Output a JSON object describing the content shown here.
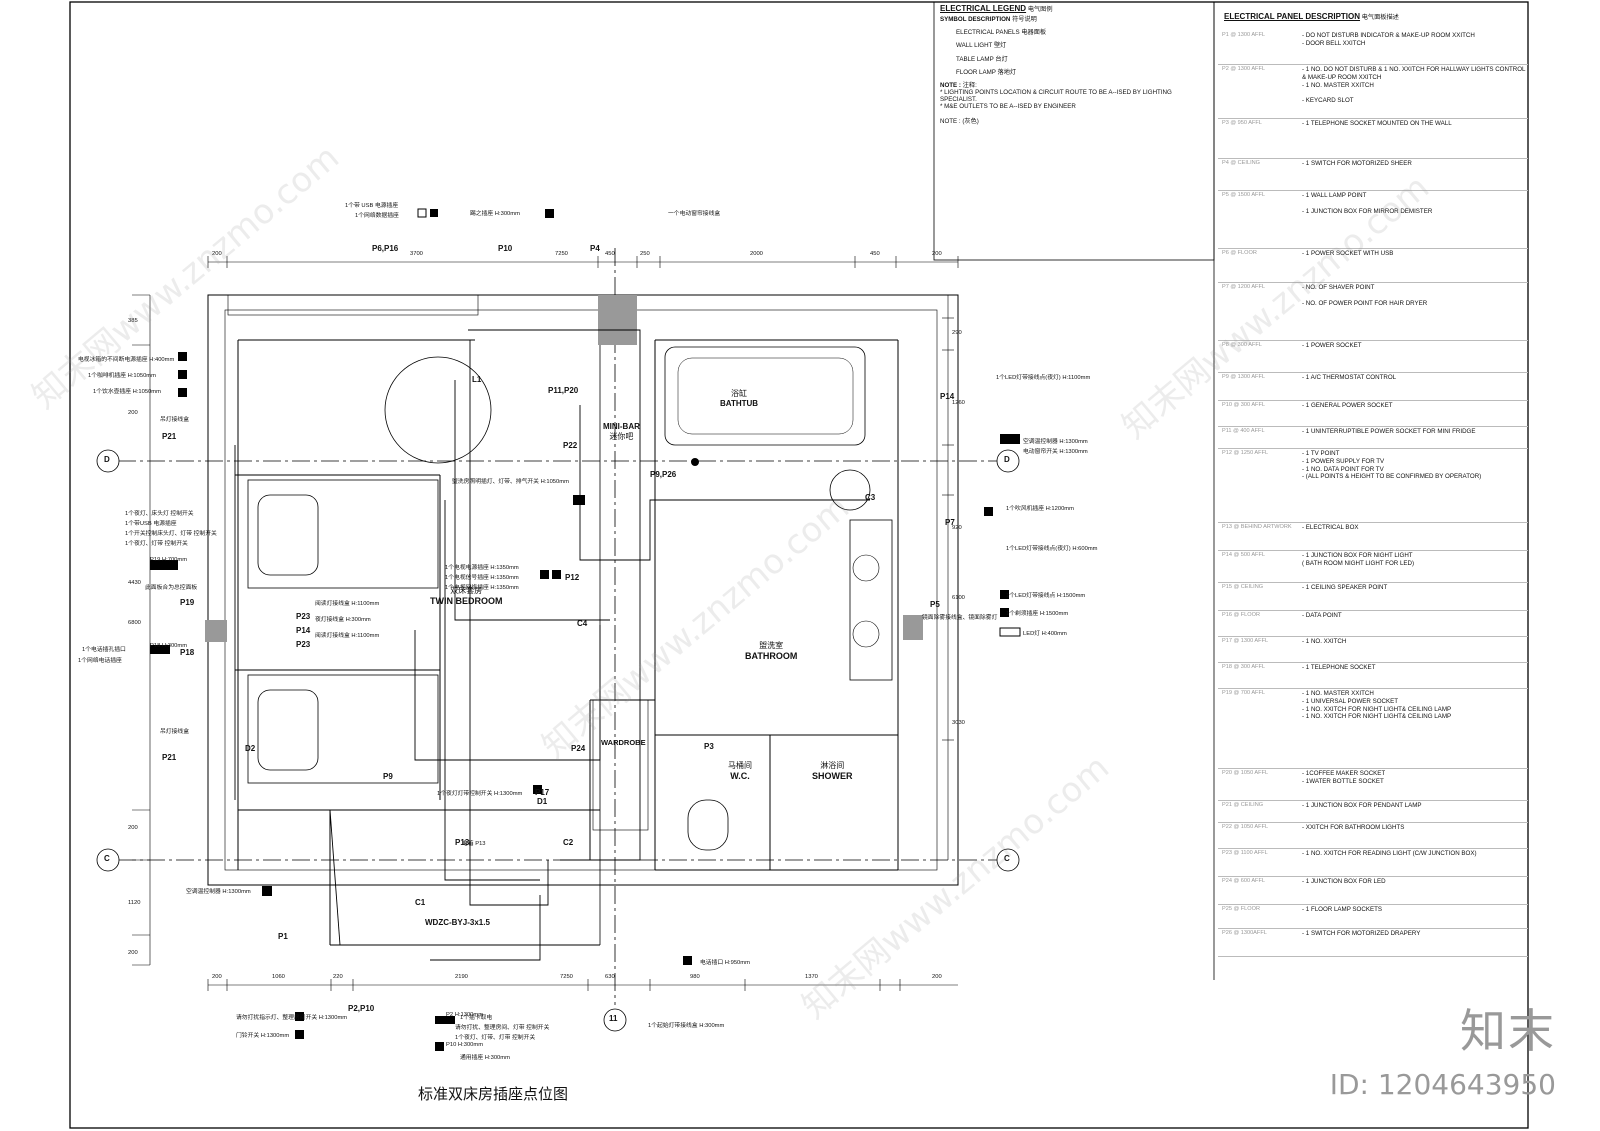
{
  "legend": {
    "title": "ELECTRICAL LEGEND",
    "title_cn": "电气图例",
    "symbol_heading": "SYMBOL DESCRIPTION",
    "symbol_heading_cn": "符号说明",
    "symbols": [
      {
        "label": "ELECTRICAL PANELS",
        "cn": "电器面板"
      },
      {
        "label": "WALL LIGHT",
        "cn": "壁灯"
      },
      {
        "label": "TABLE LAMP",
        "cn": "台灯"
      },
      {
        "label": "FLOOR LAMP",
        "cn": "落地灯"
      }
    ],
    "note_heading": "NOTE :",
    "note_heading_cn": "注释:",
    "notes": [
      "* LIGHTING POINTS LOCATION & CIRCUIT ROUTE TO BE A--ISED BY LIGHTING SPECIALIST.",
      "* M&E OUTLETS TO BE A--ISED BY ENGINEER"
    ],
    "note2_heading": "NOTE : (灰色)"
  },
  "panel": {
    "title": "ELECTRICAL PANEL DESCRIPTION",
    "title_cn": "电气面板描述",
    "rows": [
      {
        "code": "P1 @ 1300 AFFL",
        "desc": "- DO NOT DISTURB INDICATOR & MAKE-UP ROOM XXITCH\n- DOOR BELL XXITCH"
      },
      {
        "code": "P2 @ 1300 AFFL",
        "desc": "- 1 NO. DO NOT DISTURB & 1 NO. XXITCH FOR HALLWAY LIGHTS CONTROL & MAKE-UP ROOM XXITCH\n- 1 NO. MASTER XXITCH\n\n- KEYCARD SLOT"
      },
      {
        "code": "P3 @ 950 AFFL",
        "desc": "- 1 TELEPHONE SOCKET MOUNTED ON THE WALL"
      },
      {
        "code": "P4 @ CEILING",
        "desc": "- 1 SWITCH FOR MOTORIZED SHEER"
      },
      {
        "code": "P5 @ 1500 AFFL",
        "desc": "- 1 WALL LAMP POINT\n\n- 1 JUNCTION BOX FOR MIRROR DEMISTER"
      },
      {
        "code": "P6 @ FLOOR",
        "desc": "- 1 POWER SOCKET WITH USB"
      },
      {
        "code": "P7 @ 1200 AFFL",
        "desc": "- NO. OF SHAVER POINT\n\n- NO. OF POWER POINT FOR HAIR DRYER"
      },
      {
        "code": "P8 @ 300 AFFL",
        "desc": "- 1 POWER SOCKET"
      },
      {
        "code": "P9 @ 1300 AFFL",
        "desc": "- 1 A/C THERMOSTAT CONTROL"
      },
      {
        "code": "P10 @ 300 AFFL",
        "desc": "- 1 GENERAL POWER SOCKET"
      },
      {
        "code": "P11 @ 400 AFFL",
        "desc": "- 1 UNINTERRUPTIBLE POWER SOCKET FOR MINI FRIDGE"
      },
      {
        "code": "P12 @ 1250 AFFL",
        "desc": "- 1 TV POINT\n- 1 POWER SUPPLY FOR TV\n- 1 NO. DATA POINT FOR TV\n- (ALL POINTS & HEIGHT TO BE CONFIRMED BY OPERATOR)"
      },
      {
        "code": "P13 @ BEHIND ARTWORK",
        "desc": "- ELECTRICAL BOX"
      },
      {
        "code": "P14 @ 500 AFFL",
        "desc": "- 1 JUNCTION BOX FOR NIGHT LIGHT\n( BATH ROOM NIGHT LIGHT FOR LED)"
      },
      {
        "code": "P15 @ CEILING",
        "desc": "- 1 CEILING SPEAKER POINT"
      },
      {
        "code": "P16 @ FLOOR",
        "desc": "- DATA POINT"
      },
      {
        "code": "P17 @ 1300 AFFL",
        "desc": "- 1 NO. XXITCH"
      },
      {
        "code": "P18 @ 300 AFFL",
        "desc": "- 1 TELEPHONE SOCKET"
      },
      {
        "code": "P19 @ 700 AFFL",
        "desc": "- 1 NO. MASTER XXITCH\n- 1 UNIVERSAL POWER SOCKET\n- 1 NO. XXITCH FOR NIGHT LIGHT& CEILING LAMP\n- 1 NO. XXITCH FOR NIGHT LIGHT& CEILING LAMP"
      },
      {
        "code": "P20 @ 1050 AFFL",
        "desc": "- 1COFFEE MAKER SOCKET\n- 1WATER BOTTLE SOCKET"
      },
      {
        "code": "P21 @ CEILING",
        "desc": "- 1 JUNCTION BOX FOR PENDANT LAMP"
      },
      {
        "code": "P22 @ 1050 AFFL",
        "desc": "- XXITCH FOR BATHROOM LIGHTS"
      },
      {
        "code": "P23 @ 1100 AFFL",
        "desc": "- 1 NO. XXITCH FOR READING LIGHT (C/W JUNCTION BOX)"
      },
      {
        "code": "P24 @ 600 AFFL",
        "desc": "- 1 JUNCTION BOX FOR LED"
      },
      {
        "code": "P25 @ FLOOR",
        "desc": "- 1 FLOOR LAMP SOCKETS"
      },
      {
        "code": "P26 @ 1300AFFL",
        "desc": "- 1 SWITCH FOR MOTORIZED DRAPERY"
      }
    ]
  },
  "plan": {
    "title": "标准双床房插座点位图",
    "rooms": {
      "twin_bedroom_cn": "双床套房",
      "twin_bedroom": "TWIN BEDROOM",
      "bathroom_cn": "盥洗室",
      "bathroom": "BATHROOM",
      "bathtub_cn": "浴缸",
      "bathtub": "BATHTUB",
      "minibar": "MINI-BAR",
      "minibar_cn": "迷你吧",
      "wardrobe": "WARDROBE",
      "wc_cn": "马桶间",
      "wc": "W.C.",
      "shower_cn": "淋浴间",
      "shower": "SHOWER"
    },
    "dims_top": [
      "200",
      "3700",
      "7250",
      "450",
      "250",
      "2000",
      "450",
      "200"
    ],
    "dims_bottom": [
      "200",
      "1060",
      "220",
      "2190",
      "7250",
      "630",
      "980",
      "1370",
      "200"
    ],
    "dims_left": [
      "385",
      "200",
      "4430",
      "6800",
      "200",
      "1120",
      "200"
    ],
    "dims_right": [
      "290",
      "1260",
      "920",
      "6100",
      "3030"
    ],
    "grid_labels": [
      "D",
      "C",
      "11"
    ],
    "circuit": "WDZC-BYJ-3x1.5",
    "tags": [
      "P6,P16",
      "P10",
      "P4",
      "P11,P20",
      "P22",
      "P9,P26",
      "P14",
      "P7",
      "P5",
      "P21",
      "P19",
      "P18",
      "P23",
      "P14",
      "P23",
      "P21",
      "P12",
      "P24",
      "P3",
      "P17",
      "D1",
      "P13",
      "P1",
      "P2,P10",
      "C1",
      "C2",
      "C3",
      "C4",
      "L1",
      "D2",
      "P9",
      "MINI-BAR"
    ],
    "notes_top": [
      {
        "text": "1个带 USB 电源插座",
        "sub": "1个网络数据插座"
      },
      {
        "text": "踢之插座 H:300mm"
      },
      {
        "text": "一个电动窗帘接线盒"
      }
    ],
    "notes_left": [
      "电视冰箱的不间断电源插座 H:400mm",
      "1个咖啡机插座 H:1050mm",
      "1个饮水壶插座 H:1050mm",
      "吊灯接线盒",
      "1个夜灯、床头灯 控制开关",
      "1个带USB 电源插座",
      "1个开关控制床头灯、灯带 控制开关",
      "1个夜灯、灯带 控制开关",
      "P19 H:700mm",
      "此面板合为总控面板",
      "P18 H:300mm",
      "1个电话插孔插口",
      "1个网络电话插座",
      "吊灯接线盒",
      "空调温控制器 H:1300mm"
    ],
    "notes_mid": [
      "阅读灯接线盒 H:1100mm",
      "夜灯接线盒 H:300mm",
      "阅读灯接线盒 H:1100mm",
      "1个电视电源插座 H:1350mm",
      "1个电视信号插座 H:1350mm",
      "1个电视网络插座 H:1350mm",
      "盥洗房照明插灯、灯带、排气开关 H:1050mm",
      "1个夜灯灯带控制开关 H:1300mm",
      "电箱 P13"
    ],
    "notes_right": [
      "1个LED灯带接线点(夜灯) H:1100mm",
      "空调温控制器 H:1300mm",
      "电动窗帘开关 H:1300mm",
      "1个吹风机插座 H:1200mm",
      "1个LED灯带接线点(夜灯) H:600mm",
      "1个LED灯带接线点 H:1500mm",
      "1个剃须插座 H:1500mm",
      "LED灯 H:400mm",
      "镜面除雾接线盒、镜面除雾灯",
      "门铃开关 H:1300mm",
      "请勿打扰指示灯、整理房间开关 H:1300mm",
      "P2 H:1300mm",
      "1个插卡取电",
      "请勿打扰、整理房间、灯带 控制开关",
      "1个夜灯、灯带、灯带 控制开关",
      "P10 H:300mm",
      "通用插座 H:300mm",
      "电话插口 H:950mm",
      "1个起始灯带接线盒 H:300mm"
    ]
  },
  "branding": {
    "watermark": "知末网www.znzmo.com",
    "logo": "知末",
    "id": "ID: 1204643950"
  }
}
